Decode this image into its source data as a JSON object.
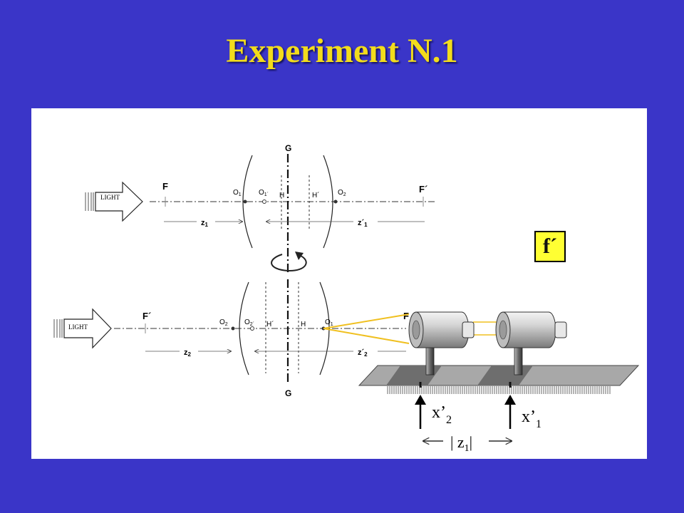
{
  "title": "Experiment N.1",
  "badge": "f´",
  "colors": {
    "background": "#3a35c8",
    "title": "#f2dc1c",
    "badge": "#ffff33",
    "beam": "#f0c020"
  },
  "top_setup": {
    "light": "LIGHT",
    "F": "F",
    "F_prime": "F´",
    "G": "G",
    "O1": "O",
    "O1_sub": "1",
    "O1p": "O",
    "O1p_sub": "1´",
    "H": "H",
    "H_prime": "H´",
    "O2": "O",
    "O2_sub": "2",
    "z1": "z",
    "z1_sub": "1",
    "zp1": "z´",
    "zp1_sub": "1"
  },
  "bottom_setup": {
    "light": "LIGHT",
    "F_prime": "F´",
    "F": "F",
    "G": "G",
    "O2": "O",
    "O2_sub": "2",
    "O2p": "O",
    "O2p_sub": "2´",
    "H_prime": "H´",
    "H": "H",
    "O1": "O",
    "O1_sub": "1",
    "z2": "z",
    "z2_sub": "2",
    "zp2": "z´",
    "zp2_sub": "2"
  },
  "bench": {
    "x2": "x’",
    "x2_sub": "2",
    "x1": "x’",
    "x1_sub": "1",
    "z1": "| z",
    "z1_sub": "1",
    "z1_close": "|"
  }
}
